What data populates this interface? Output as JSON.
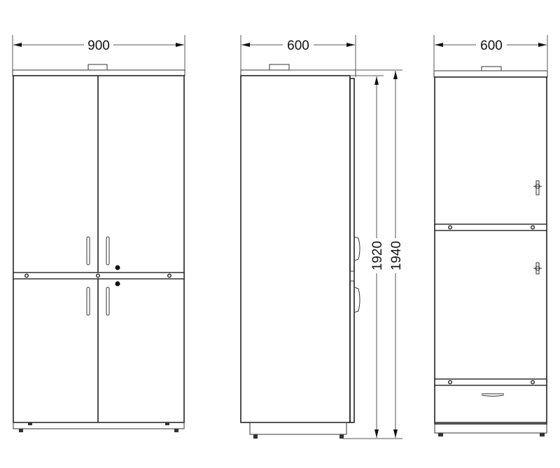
{
  "drawing": {
    "front_view": {
      "width_label": "900"
    },
    "side_view": {
      "depth_label": "600",
      "height_body_label": "1920",
      "height_total_label": "1940"
    },
    "right_view": {
      "depth_label": "600"
    }
  }
}
